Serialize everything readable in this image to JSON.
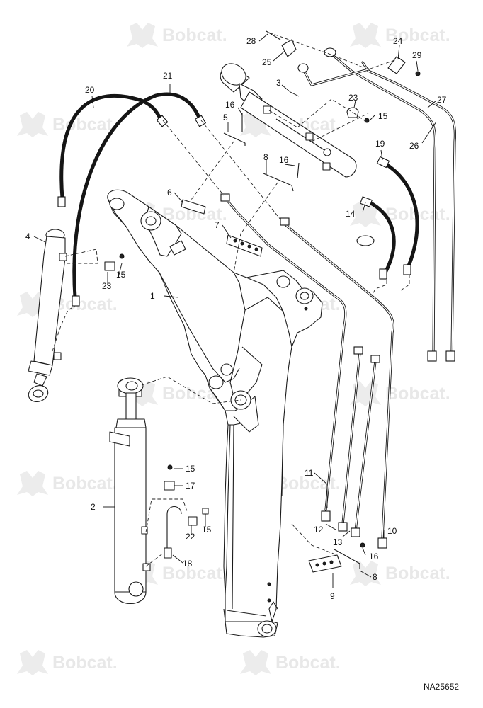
{
  "watermark": {
    "text": "Bobcat."
  },
  "drawing_number": "NA25652",
  "callouts": {
    "c1": "1",
    "c2": "2",
    "c3": "3",
    "c4": "4",
    "c5": "5",
    "c6": "6",
    "c7": "7",
    "c8a": "8",
    "c8b": "8",
    "c9": "9",
    "c10": "10",
    "c11": "11",
    "c12": "12",
    "c13": "13",
    "c14": "14",
    "c15a": "15",
    "c15b": "15",
    "c15c": "15",
    "c15d": "15",
    "c16a": "16",
    "c16b": "16",
    "c16c": "16",
    "c17": "17",
    "c18": "18",
    "c19": "19",
    "c20": "20",
    "c21": "21",
    "c22": "22",
    "c23a": "23",
    "c23b": "23",
    "c24": "24",
    "c26": "26",
    "c27": "27",
    "c28": "28",
    "c29": "29"
  }
}
